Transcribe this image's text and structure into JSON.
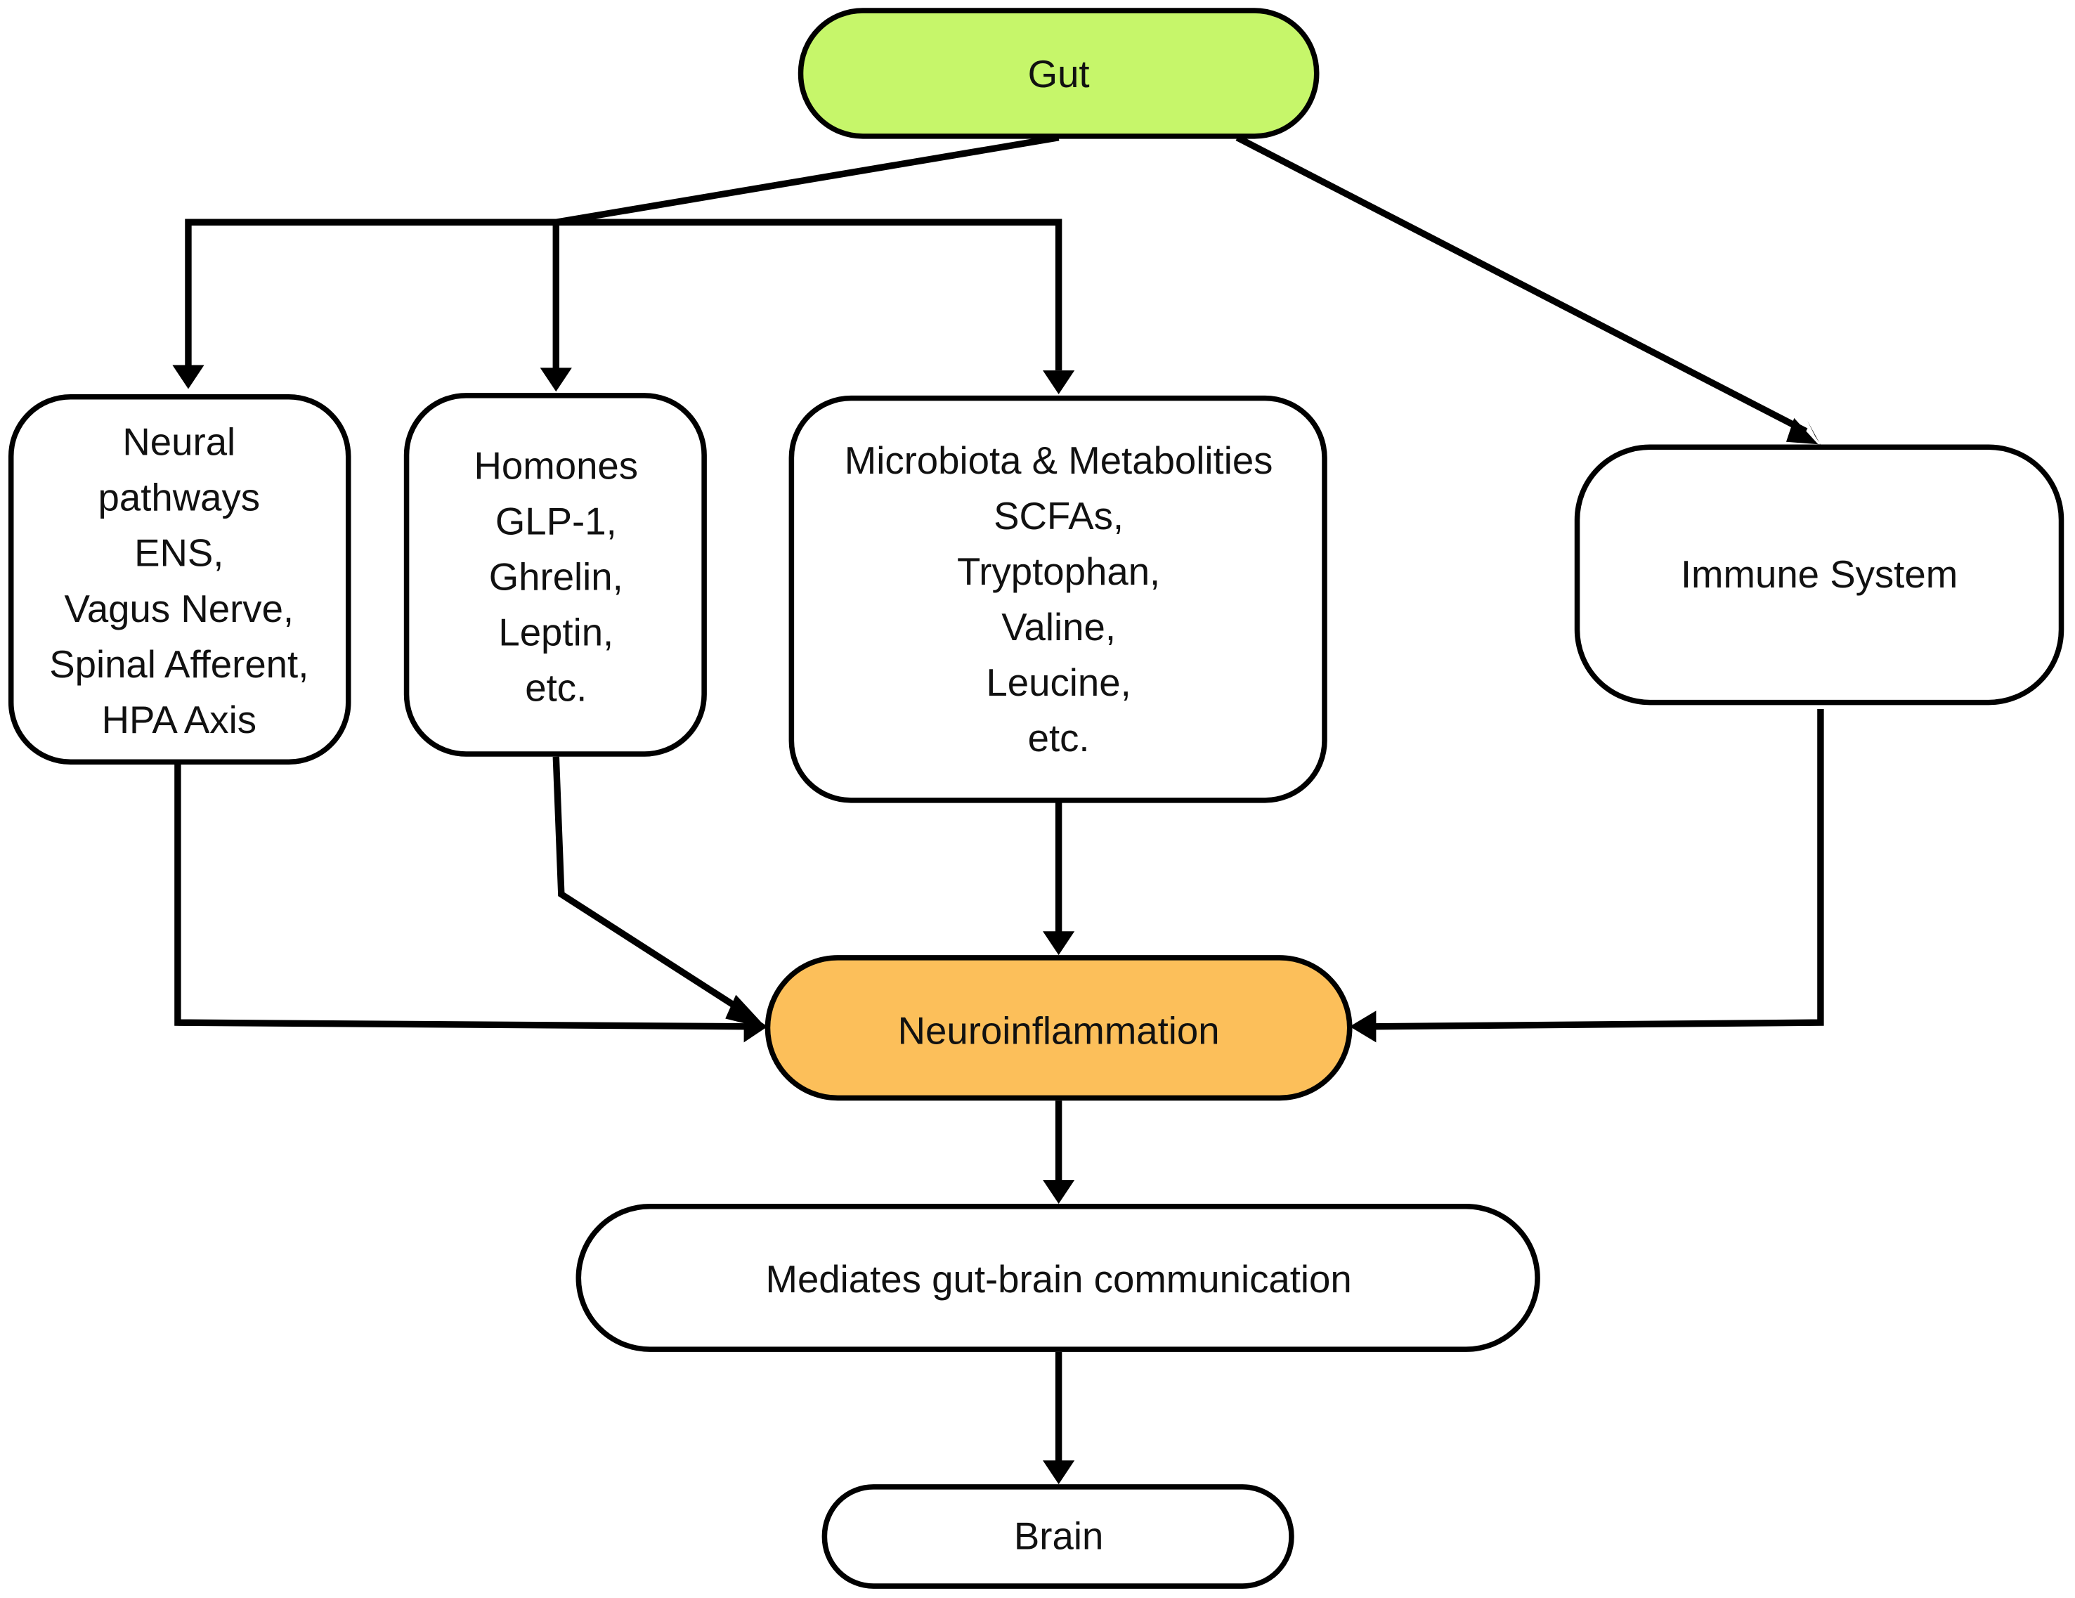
{
  "diagram": {
    "type": "flowchart",
    "colors": {
      "gut_fill": "#c6f66a",
      "neuroinflammation_fill": "#fcbf5a",
      "default_fill": "#ffffff",
      "stroke": "#000000"
    },
    "nodes": {
      "gut": {
        "lines": [
          "Gut"
        ]
      },
      "neural": {
        "lines": [
          "Neural",
          "pathways",
          "ENS,",
          "Vagus Nerve,",
          "Spinal Afferent,",
          "HPA Axis"
        ]
      },
      "hormones": {
        "lines": [
          "Homones",
          "GLP-1,",
          "Ghrelin,",
          "Leptin,",
          "etc."
        ]
      },
      "microbiota": {
        "lines": [
          "Microbiota & Metabolities",
          "SCFAs,",
          "Tryptophan,",
          "Valine,",
          "Leucine,",
          "etc."
        ]
      },
      "immune": {
        "lines": [
          "Immune System"
        ]
      },
      "neuroinflammation": {
        "lines": [
          "Neuroinflammation"
        ]
      },
      "mediates": {
        "lines": [
          "Mediates gut-brain communication"
        ]
      },
      "brain": {
        "lines": [
          "Brain"
        ]
      }
    },
    "edges": [
      {
        "from": "gut",
        "to": "neural"
      },
      {
        "from": "gut",
        "to": "hormones"
      },
      {
        "from": "gut",
        "to": "microbiota"
      },
      {
        "from": "gut",
        "to": "immune"
      },
      {
        "from": "neural",
        "to": "neuroinflammation"
      },
      {
        "from": "hormones",
        "to": "neuroinflammation"
      },
      {
        "from": "microbiota",
        "to": "neuroinflammation"
      },
      {
        "from": "immune",
        "to": "neuroinflammation"
      },
      {
        "from": "neuroinflammation",
        "to": "mediates"
      },
      {
        "from": "mediates",
        "to": "brain"
      }
    ]
  }
}
